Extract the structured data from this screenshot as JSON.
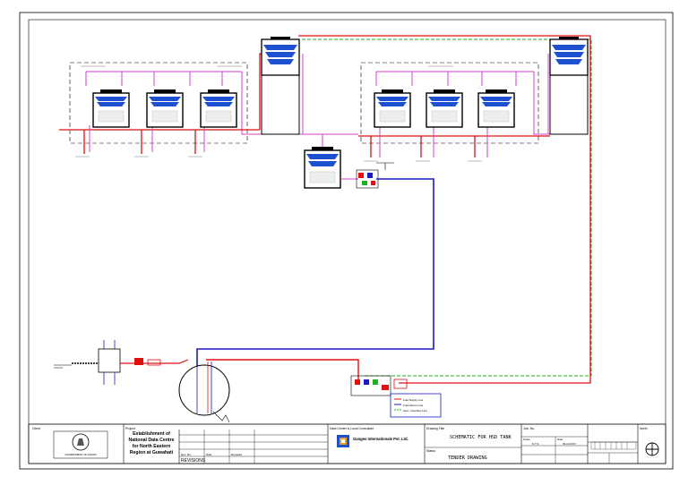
{
  "title_block": {
    "client_label": "Client",
    "project_label": "Project",
    "project_text": "Establishment of National Data Centre for North Eastern Region at Guwahati",
    "consultant_label": "Data Center & Local Consultant",
    "consultant_name": "Ganges Internationale Pvt. Ltd.",
    "drawing_title_label": "Drawing Title",
    "drawing_title": "SCHEMATIC FOR HSD TANK",
    "status_label": "Status",
    "status": "TENDER DRAWING",
    "job_no_label": "Job. No.",
    "revisions_label": "REVISIONS",
    "rev_col_labels": [
      "Rev. No.",
      "Date",
      "Remarks"
    ],
    "scale_label": "Scale",
    "scale_value": "N.T.S",
    "date_label": "Date",
    "date_value": "09.10.2017",
    "north_label": "North",
    "govt_seal_text": "GOVERNMENT OF ASSAM"
  },
  "diagram": {
    "lines": [
      "Fuel Supply Line",
      "Fuel Return Line",
      "Vent / Overflow Line"
    ],
    "colors": {
      "supply": "#e01010",
      "return": "#1a1ac8",
      "vent": "#d040d0",
      "overflow": "#20b020",
      "tank": "#1e4fd0",
      "frame": "#000000"
    }
  }
}
